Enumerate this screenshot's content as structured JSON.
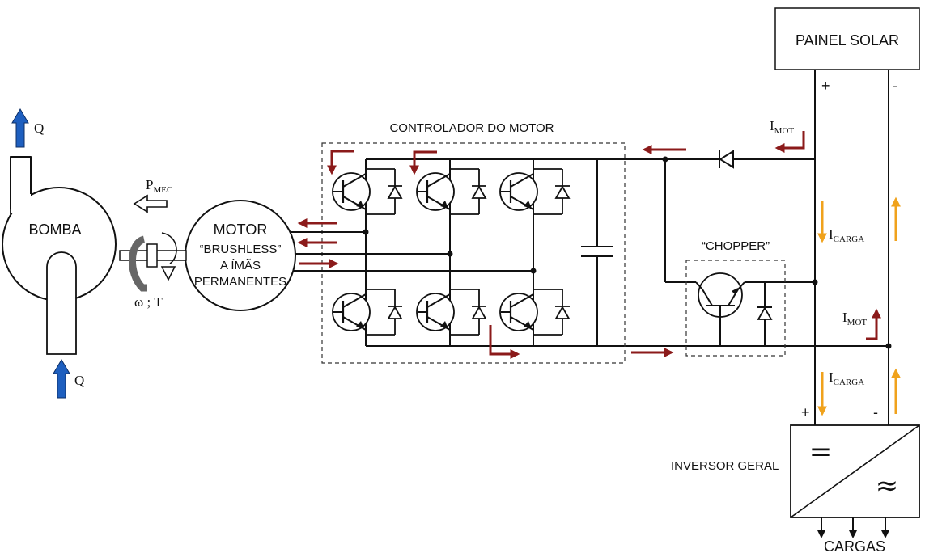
{
  "labels": {
    "painel_solar": "PAINEL SOLAR",
    "plus": "+",
    "minus": "-",
    "controlador": "CONTROLADOR DO MOTOR",
    "chopper": "“CHOPPER”",
    "bomba": "BOMBA",
    "motor_1": "MOTOR",
    "motor_2": "“BRUSHLESS”",
    "motor_3": "A ÍMÃS",
    "motor_4": "PERMANENTES",
    "q": "Q",
    "p": "P",
    "p_sub": "MEC",
    "omega_t": "ω ; T",
    "i": "I",
    "mot_sub": "MOT",
    "carga_sub": "CARGA",
    "inversor": "INVERSOR GERAL",
    "dc_symbol": "=",
    "ac_symbol": "≈",
    "cargas": "CARGAS"
  },
  "colors": {
    "motor_current": "#8b1a1a",
    "load_current": "#f0a21c",
    "flow_arrow": "#1e5fbf"
  }
}
